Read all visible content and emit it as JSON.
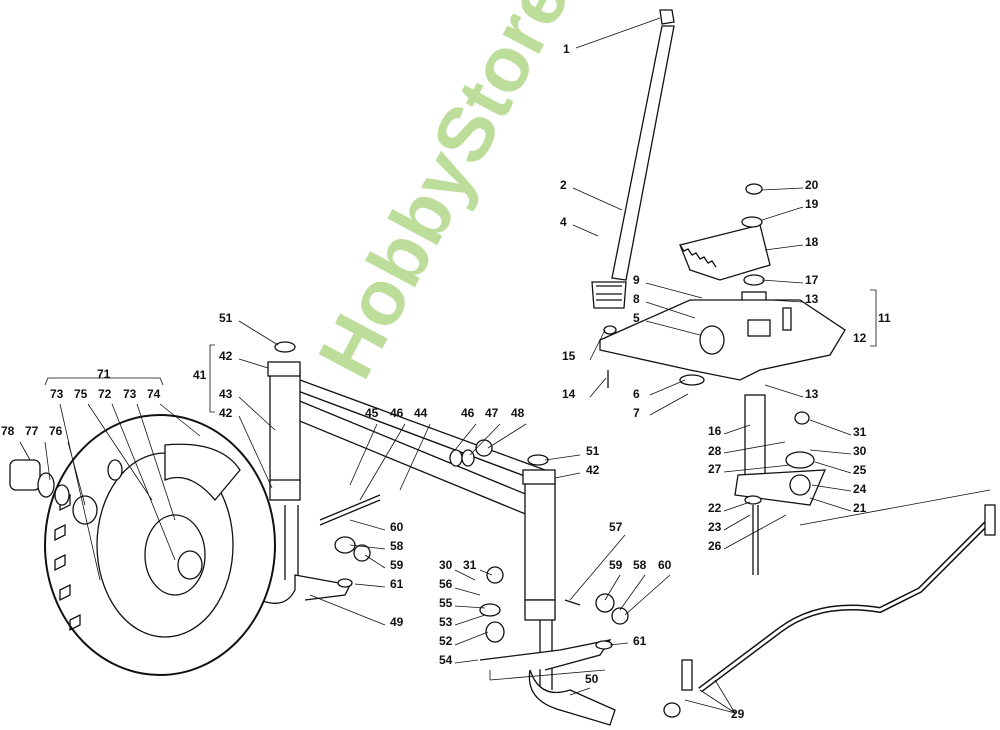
{
  "watermark": "HobbyStore.it",
  "labels": [
    "1",
    "2",
    "4",
    "20",
    "19",
    "18",
    "17",
    "13",
    "9",
    "8",
    "5",
    "11",
    "15",
    "12",
    "14",
    "6",
    "7",
    "13",
    "16",
    "31",
    "28",
    "30",
    "27",
    "25",
    "24",
    "22",
    "21",
    "23",
    "26",
    "51",
    "42",
    "41",
    "43",
    "42",
    "71",
    "73",
    "75",
    "72",
    "73",
    "74",
    "78",
    "77",
    "76",
    "45",
    "46",
    "44",
    "46",
    "47",
    "48",
    "51",
    "42",
    "60",
    "58",
    "59",
    "61",
    "49",
    "57",
    "30",
    "31",
    "59",
    "58",
    "60",
    "56",
    "55",
    "53",
    "52",
    "54",
    "61",
    "50",
    "29"
  ]
}
